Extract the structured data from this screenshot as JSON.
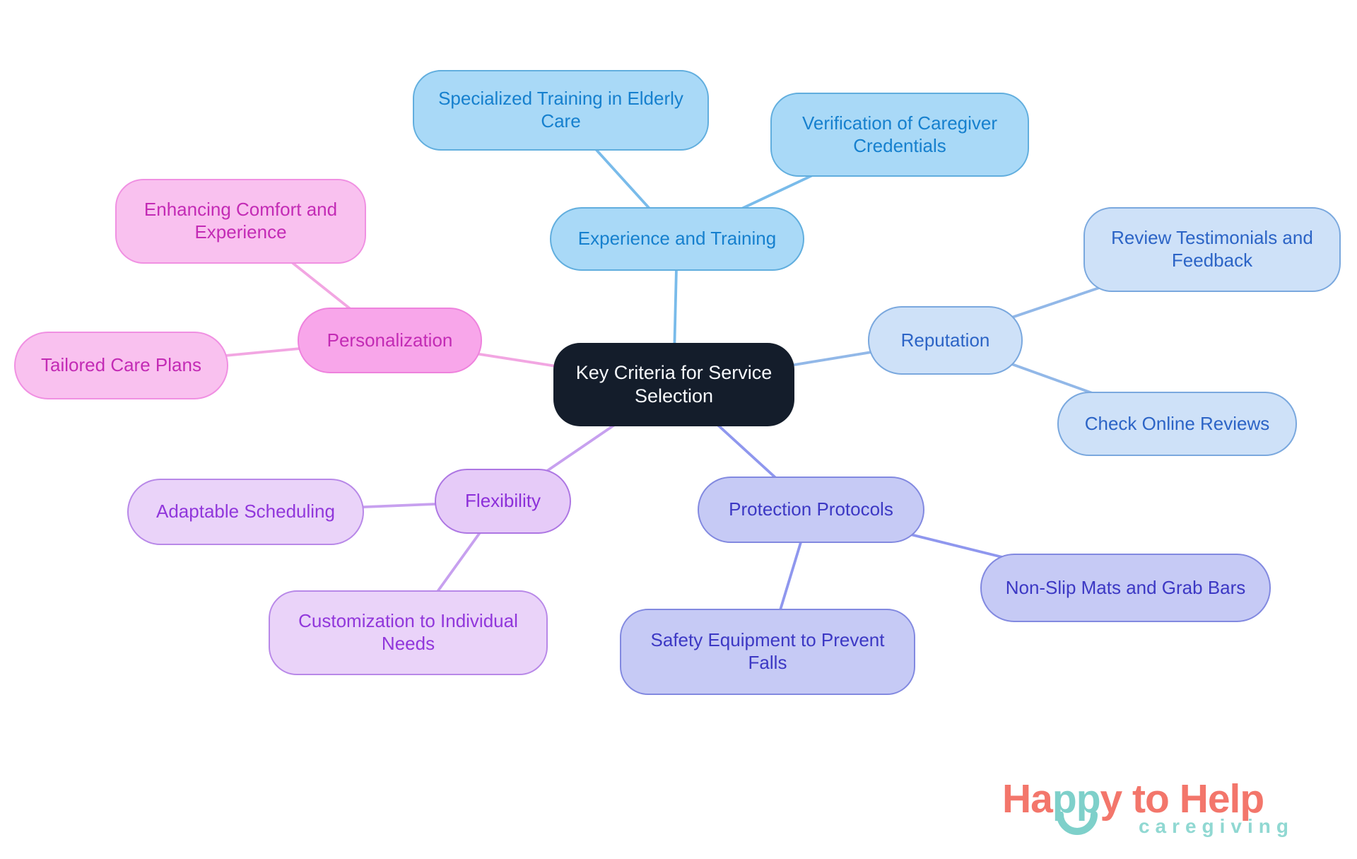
{
  "central": {
    "label": "Key Criteria for Service Selection",
    "bg_color": "#141d2b",
    "text_color": "#ffffff"
  },
  "branches": {
    "experience": {
      "label": "Experience and Training",
      "fill": "#a9d9f7",
      "border": "#61aede",
      "text_color": "#1680ce",
      "edge_color": "#79bbea",
      "children": {
        "specialized": {
          "label": "Specialized Training in Elderly Care"
        },
        "verification": {
          "label": "Verification of Caregiver Credentials"
        }
      }
    },
    "reputation": {
      "label": "Reputation",
      "fill": "#cee1f8",
      "border": "#7aa8de",
      "text_color": "#2c64c6",
      "edge_color": "#92b8e8",
      "children": {
        "review": {
          "label": "Review Testimonials and Feedback"
        },
        "check": {
          "label": "Check Online Reviews"
        }
      }
    },
    "personalization": {
      "label": "Personalization",
      "fill": "#f8a6ea",
      "border": "#ee82dd",
      "text_color": "#c32bb5",
      "edge_color": "#f2a6e2",
      "children": {
        "enhancing": {
          "label": "Enhancing Comfort and Experience"
        },
        "tailored": {
          "label": "Tailored Care Plans"
        }
      }
    },
    "flexibility": {
      "label": "Flexibility",
      "fill": "#e6cbf8",
      "border": "#ad76e3",
      "text_color": "#8c2fd9",
      "edge_color": "#c7a0ef",
      "children": {
        "adaptable": {
          "label": "Adaptable Scheduling"
        },
        "customization": {
          "label": "Customization to Individual Needs"
        }
      }
    },
    "protection": {
      "label": "Protection Protocols",
      "fill": "#c6caf5",
      "border": "#8289e0",
      "text_color": "#3c38c4",
      "edge_color": "#8f97ee",
      "children": {
        "safety": {
          "label": "Safety Equipment to Prevent Falls"
        },
        "nonslip": {
          "label": "Non-Slip Mats and Grab Bars"
        }
      }
    }
  },
  "logo": {
    "part_ha": "Ha",
    "part_pp": "pp",
    "part_rest": "y to Help",
    "subtitle": "caregiving",
    "coral": "#f3766b",
    "teal": "#7ed0ca",
    "teal_light": "#90d8d2"
  }
}
